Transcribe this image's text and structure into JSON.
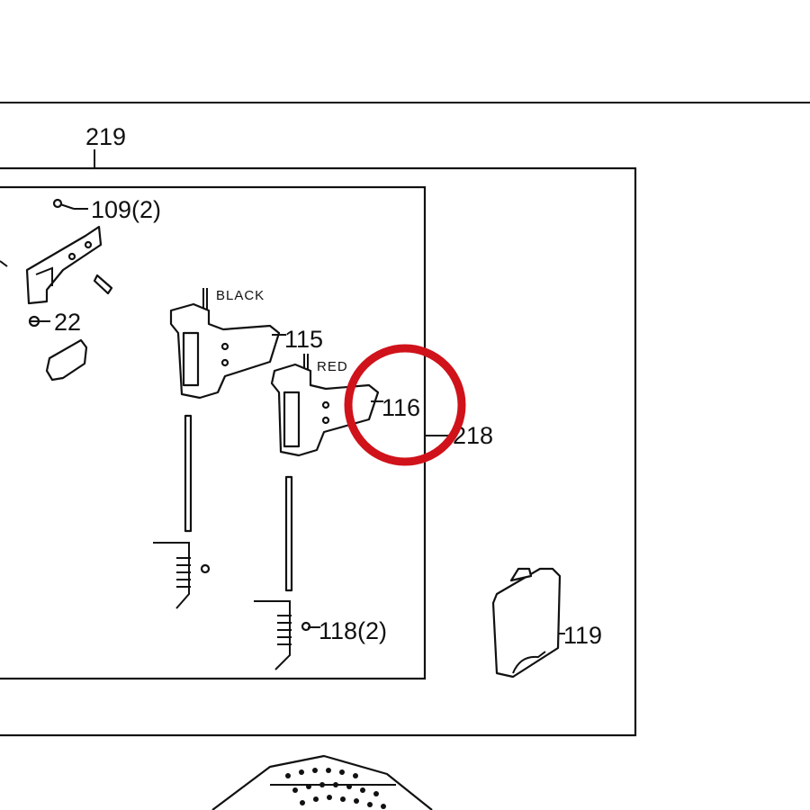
{
  "diagram": {
    "labels": {
      "p219": "219",
      "p109": "109(2)",
      "p22": "22",
      "black": "BLACK",
      "p115": "115",
      "red": "RED",
      "p116": "116",
      "p218": "218",
      "p118": "118(2)",
      "p119": "119"
    },
    "highlight": {
      "target": "116",
      "color": "#d0121b"
    }
  }
}
